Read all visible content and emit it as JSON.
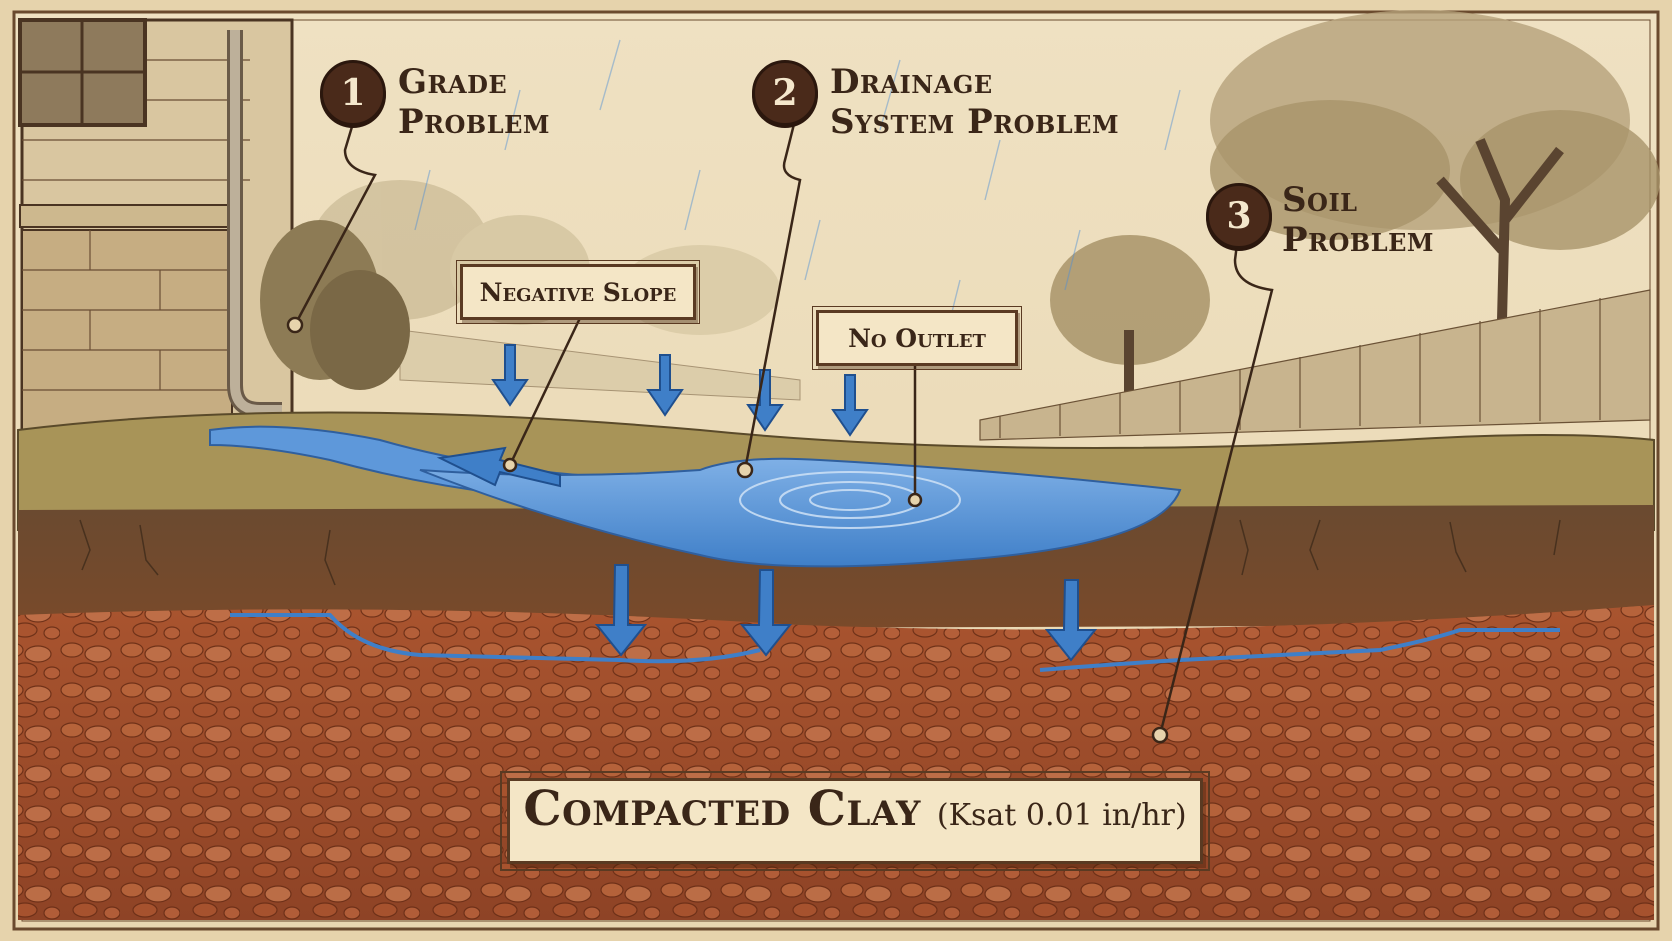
{
  "callouts": [
    {
      "number": "1",
      "title_line1": "Grade",
      "title_line2": "Problem"
    },
    {
      "number": "2",
      "title_line1": "Drainage",
      "title_line2": "System Problem"
    },
    {
      "number": "3",
      "title_line1": "Soil",
      "title_line2": "Problem"
    }
  ],
  "signs": {
    "negative_slope": "Negative Slope",
    "no_outlet": "No Outlet",
    "clay_main": "Compacted Clay",
    "clay_sub": "(Ksat 0.01 in/hr)"
  },
  "colors": {
    "parchment": "#efe2c4",
    "ink": "#3a2618",
    "water": "#4f8fd6",
    "clay": "#a8532f",
    "grass": "#9a8a4a"
  }
}
